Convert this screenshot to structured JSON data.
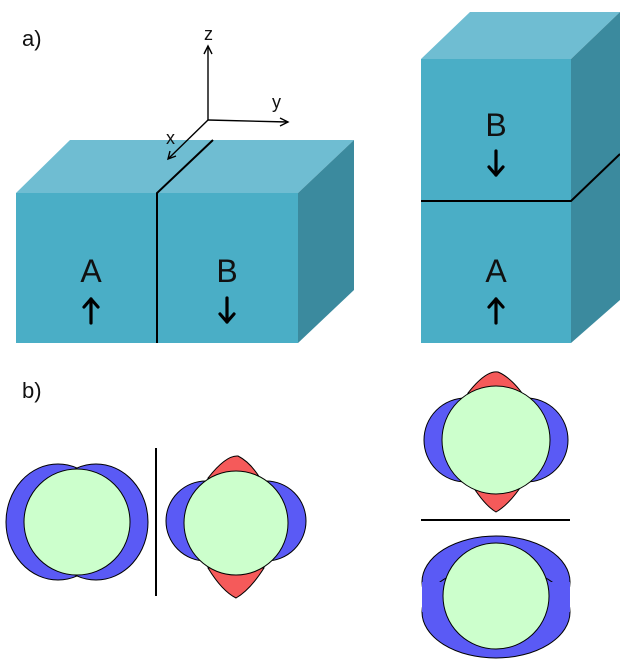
{
  "panels": {
    "a": {
      "label": "a)"
    },
    "b": {
      "label": "b)"
    }
  },
  "axes": {
    "x": "x",
    "y": "y",
    "z": "z"
  },
  "layers": {
    "left_block_left": "A",
    "left_block_right": "B",
    "right_block_top": "B",
    "right_block_bottom": "A"
  },
  "spins": {
    "left_block_left": "up",
    "left_block_right": "down",
    "right_block_top": "down",
    "right_block_bottom": "up"
  },
  "colors": {
    "cube_front": "#4aaec6",
    "cube_top": "#6fbdd2",
    "cube_side": "#3b8a9e",
    "lobe_blue": "#5a5af5",
    "core_green": "#ccffcc",
    "lobe_red": "#f55a5a"
  }
}
